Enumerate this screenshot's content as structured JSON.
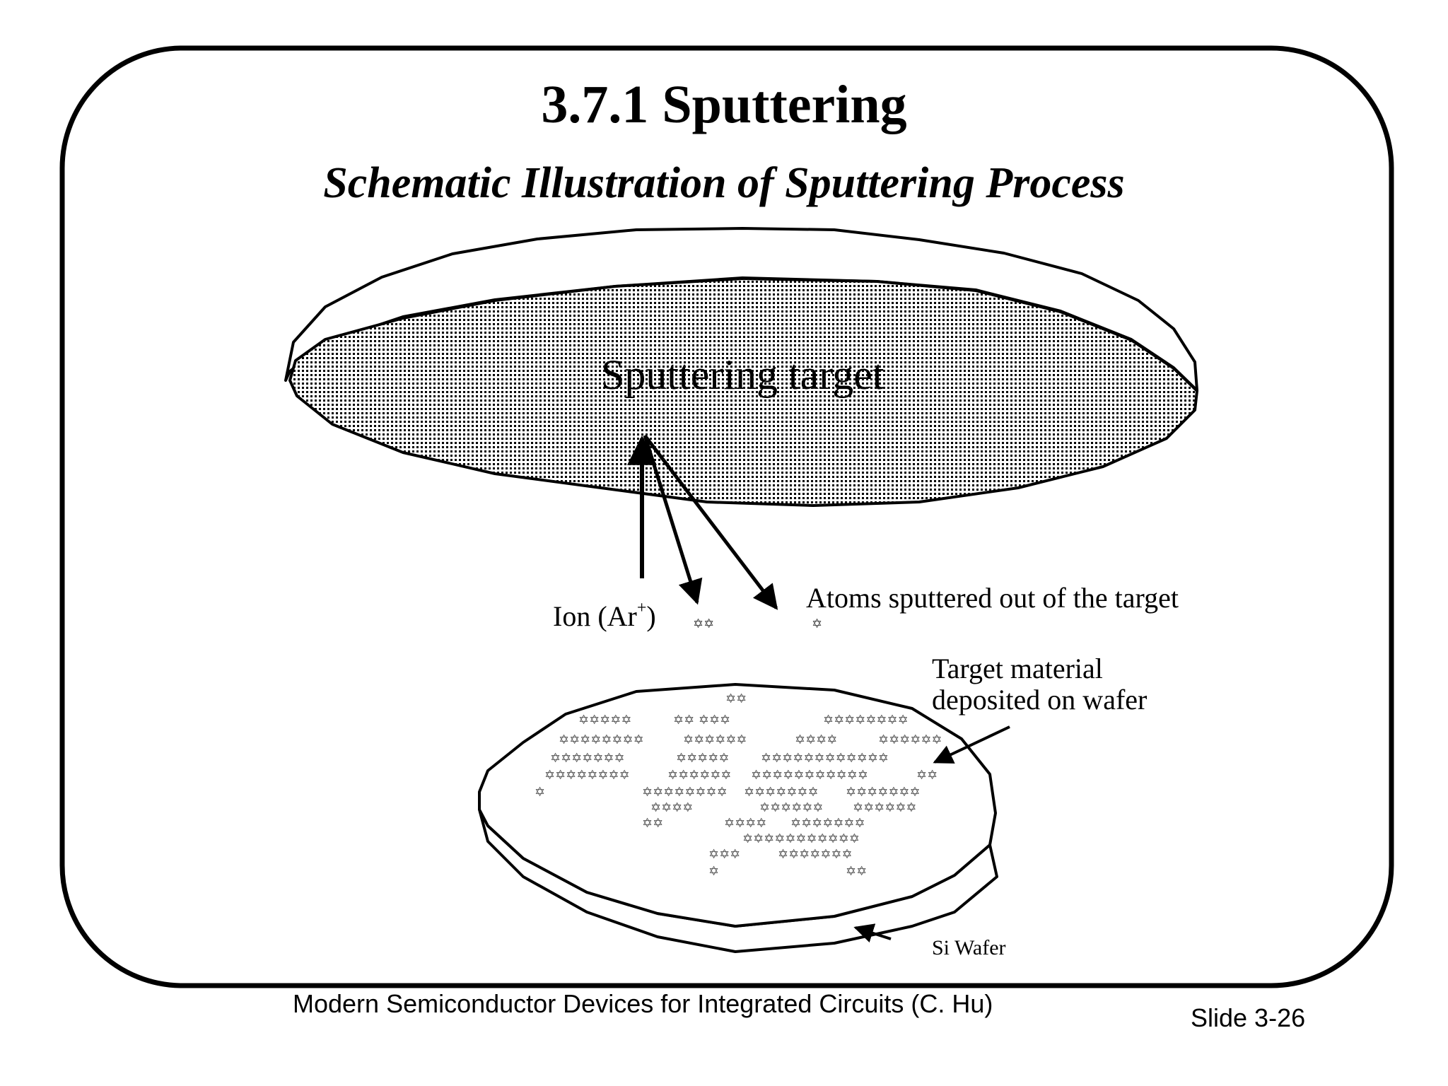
{
  "slide": {
    "title": "3.7.1  Sputtering",
    "subtitle": "Schematic Illustration of Sputtering Process"
  },
  "diagram": {
    "target_label": "Sputtering target",
    "ion_label": "Ion (Ar",
    "ion_superscript": "+",
    "ion_label_end": ")",
    "atoms_label": "Atoms sputtered out of the target",
    "deposit_label_line1": "Target material",
    "deposit_label_line2": "deposited on wafer",
    "wafer_label": "Si Wafer",
    "atom_symbol": "✡",
    "atom_icon": "six-point-star"
  },
  "footer": {
    "book_title": "Modern Semiconductor Devices for Integrated Circuits (C. Hu)",
    "slide_number": "Slide 3-26"
  }
}
